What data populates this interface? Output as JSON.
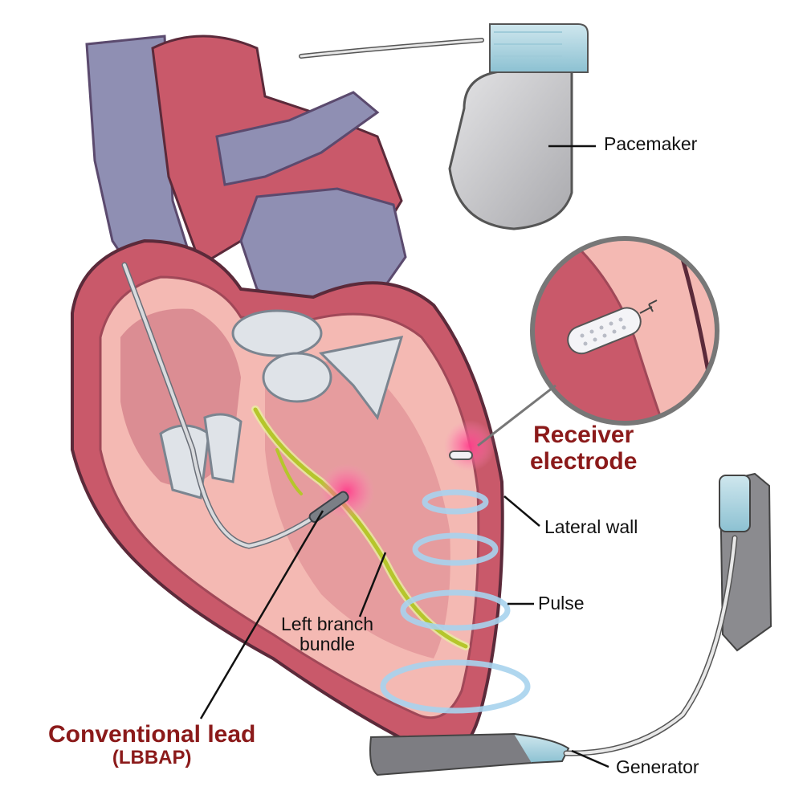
{
  "labels": {
    "pacemaker": "Pacemaker",
    "receiver_line1": "Receiver",
    "receiver_line2": "electrode",
    "lateral_wall": "Lateral wall",
    "pulse": "Pulse",
    "generator": "Generator",
    "left_branch_line1": "Left branch",
    "left_branch_line2": "bundle",
    "conventional_line1": "Conventional lead",
    "conventional_line2": "(LBBAP)"
  },
  "colors": {
    "accent_text": "#8b1a1a",
    "vein": "#8f8fb3",
    "heart_muscle": "#c9596a",
    "heart_inner": "#f4b9b3",
    "bundle": "#b5c62b",
    "pulse_ring": "#a8d3ee",
    "device": "#c8c8cc"
  }
}
